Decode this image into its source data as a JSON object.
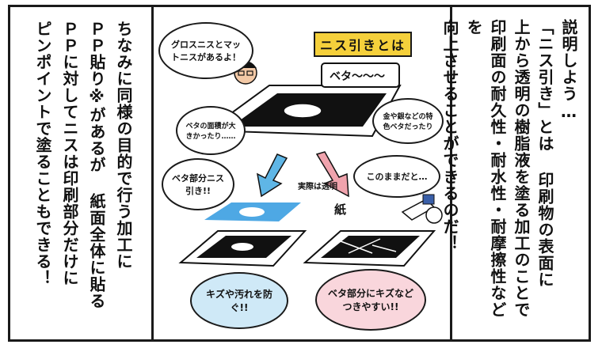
{
  "right_panel": {
    "lines": [
      "説明しよう…",
      "「ニス引き」とは 印刷物の表面に",
      "上から透明の樹脂液を塗る加工のことで",
      "印刷面の耐久性・耐水性・耐摩擦性などを",
      "向上させることができるのだ！"
    ]
  },
  "left_panel": {
    "lines": [
      "ちなみに同様の目的で行う加工に",
      "ＰＰ貼り※があるが 紙面全体に貼る",
      "ＰＰに対してニスは印刷部分だけに",
      "ピンポイントで塗ることもできる！"
    ]
  },
  "center_panel": {
    "banner": "ニス引きとは",
    "gloss_bubble": "グロスニスとマットニスがあるよ！",
    "beta_speech": "ベタ〜〜〜",
    "beta_area_bubble": "ベタの面積が大きかったり……",
    "gold_silver_bubble": "金や銀などの特色ベタだったり",
    "beta_nisu_bubble": "ベタ部分ニス引き!!",
    "kono_mama_bubble": "このままだと…",
    "jissai_label": "実際は透明",
    "kami_label": "紙",
    "scratch_bubble": "キズや汚れを防ぐ!!",
    "damage_bubble": "ベタ部分にキズなどつきやすい!!",
    "colors": {
      "banner": "#f5d03b",
      "arrow_blue": "#5fb6e6",
      "arrow_pink": "#f0a3ad",
      "blue_sheet": "#4ea8e4",
      "bubble_blue": "#cfe9f7",
      "bubble_pink": "#f9d6dc",
      "ink": "#111111"
    }
  }
}
